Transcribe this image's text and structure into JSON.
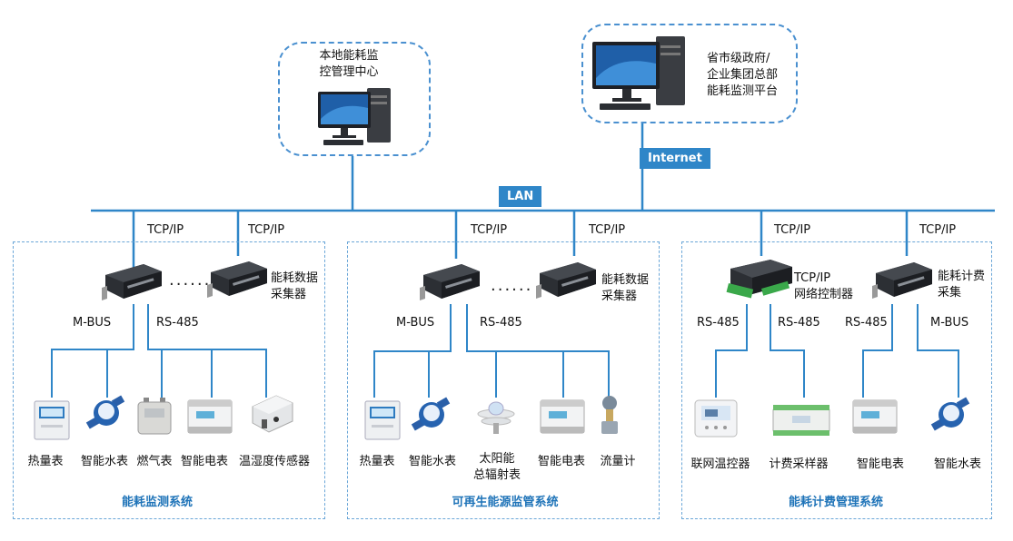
{
  "center": {
    "line1": "本地能耗监",
    "line2": "控管理中心"
  },
  "platform": {
    "text": "省市级政府/\n企业集团总部\n能耗监测平台"
  },
  "network": {
    "lan": "LAN",
    "internet": "Internet",
    "tcpip": "TCP/IP"
  },
  "common": {
    "mbus": "M-BUS",
    "rs485": "RS-485",
    "ellipsis": "......",
    "collector": "能耗数据\n采集器"
  },
  "system1": {
    "title": "能耗监测系统",
    "devices": [
      "热量表",
      "智能水表",
      "燃气表",
      "智能电表",
      "温湿度传感器"
    ]
  },
  "system2": {
    "title": "可再生能源监管系统",
    "devices": [
      "热量表",
      "智能水表",
      "太阳能\n总辐射表",
      "智能电表",
      "流量计"
    ]
  },
  "system3": {
    "title": "能耗计费管理系统",
    "controller": "TCP/IP\n网络控制器",
    "billing_collector": "能耗计费\n采集",
    "devices": [
      "联网温控器",
      "计费采样器",
      "智能电表",
      "智能水表"
    ]
  },
  "colors": {
    "line": "#2f86c8",
    "dash": "#6aa6d8",
    "title": "#1e73b8"
  },
  "icons": [
    "desktop-computer-icon",
    "data-collector-icon",
    "network-controller-icon",
    "heat-meter-icon",
    "water-meter-icon",
    "gas-meter-icon",
    "electric-meter-icon",
    "humidity-sensor-icon",
    "solar-radiation-sensor-icon",
    "flow-meter-icon",
    "thermostat-icon",
    "billing-sampler-icon"
  ]
}
